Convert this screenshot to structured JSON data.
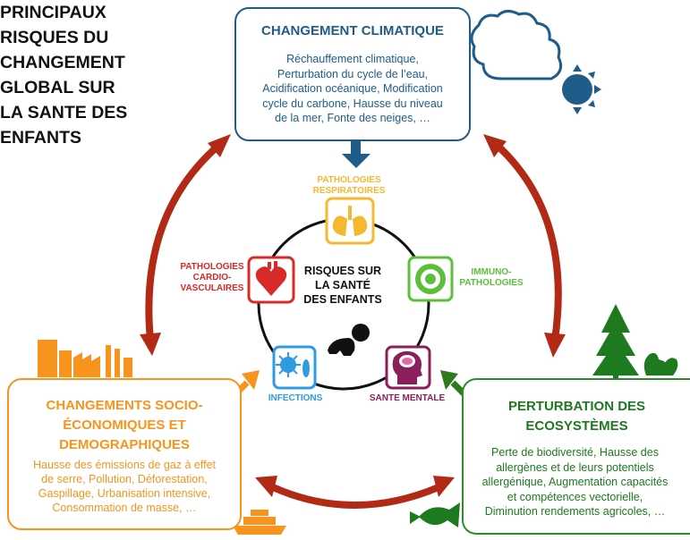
{
  "title_lines": [
    "PRINCIPAUX",
    "RISQUES DU",
    "CHANGEMENT",
    "GLOBAL SUR",
    "LA SANTE DES",
    "ENFANTS"
  ],
  "climat": {
    "title": "CHANGEMENT CLIMATIQUE",
    "lines": [
      "Réchauffement climatique,",
      "Perturbation du cycle de l’eau,",
      "Acidification océanique, Modification",
      "cycle du carbone, Hausse du niveau",
      "de la mer, Fonte des neiges, …"
    ]
  },
  "socio": {
    "title_lines": [
      "CHANGEMENTS SOCIO-",
      "ÉCONOMIQUES ET",
      "DEMOGRAPHIQUES"
    ],
    "lines": [
      "Hausse des émissions de gaz à effet",
      "de serre, Pollution, Déforestation,",
      "Gaspillage, Urbanisation intensive,",
      "Consommation de masse, …"
    ]
  },
  "eco": {
    "title_lines": [
      "PERTURBATION DES",
      "ECOSYSTÈMES"
    ],
    "lines": [
      "Perte de biodiversité, Hausse des",
      "allergènes et de leurs potentiels",
      "allergénique, Augmentation capacités",
      "et compétences vectorielle,",
      "Diminution rendements agricoles, …"
    ]
  },
  "center_lines": [
    "RISQUES SUR",
    "LA SANTÉ",
    "DES ENFANTS"
  ],
  "pathologies": {
    "respiratoires": [
      "PATHOLOGIES",
      "RESPIRATOIRES"
    ],
    "cardio": [
      "PATHOLOGIES",
      "CARDIO-",
      "VASCULAIRES"
    ],
    "immuno": [
      "IMMUNO-",
      "PATHOLOGIES"
    ],
    "infections": "INFECTIONS",
    "mentale": "SANTE MENTALE"
  },
  "colors": {
    "climat": "#1f5c8a",
    "socio": "#f7941d",
    "eco": "#2e8b2e",
    "arrows": "#b22a16",
    "respiratoires": "#f5b82e",
    "cardio": "#d92a2a",
    "immuno": "#5cbf3a",
    "infections": "#2f9be0",
    "mentale": "#8b1f5c"
  },
  "icons": [
    "cloud-sun-icon",
    "lungs-icon",
    "heart-icon",
    "cell-icon",
    "microbe-icon",
    "brain-head-icon",
    "baby-icon",
    "factory-icon",
    "ship-icon",
    "tree-icon",
    "squirrel-icon",
    "fish-icon"
  ]
}
